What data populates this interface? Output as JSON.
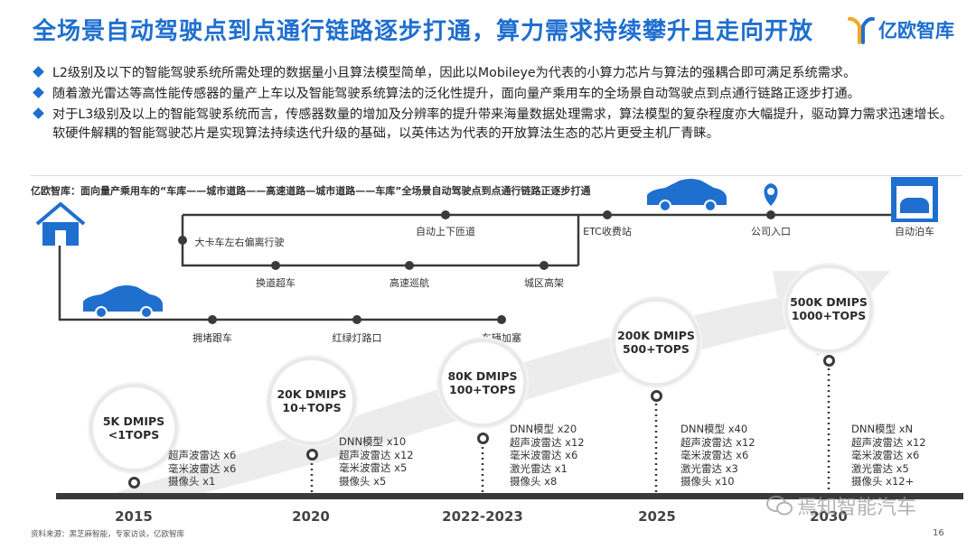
{
  "title": "全场景自动驾驶点到点通行链路逐步打通，算力需求持续攀升且走向开放",
  "logo": {
    "text": "亿欧智库"
  },
  "bullets": [
    "L2级别及以下的智能驾驶系统所需处理的数据量小且算法模型简单，因此以Mobileye为代表的小算力芯片与算法的强耦合即可满足系统需求。",
    "随着激光雷达等高性能传感器的量产上车以及智能驾驶系统算法的泛化性提升，面向量产乘用车的全场景自动驾驶点到点通行链路正逐步打通。",
    "对于L3级别及以上的智能驾驶系统而言，传感器数量的增加及分辨率的提升带来海量数据处理需求，算法模型的复杂程度亦大幅提升，驱动算力需求迅速增长。软硬件解耦的智能驾驶芯片是实现算法持续迭代升级的基础，以英伟达为代表的开放算法生态的芯片更受主机厂青睐。"
  ],
  "diagram_title": "亿欧智库：面向量产乘用车的“车库——城市道路——高速道路—城市道路——车库”全场景自动驾驶点到点通行链路正逐步打通",
  "route": {
    "top": [
      "自动上下匝道",
      "ETC收费站",
      "公司入口",
      "自动泊车"
    ],
    "mid_left": "大卡车左右偏离行驶",
    "mid": [
      "换道超车",
      "高速巡航",
      "城区高架"
    ],
    "bottom": [
      "拥堵跟车",
      "红绿灯路口",
      "车辆加塞"
    ]
  },
  "milestones": [
    {
      "year": "2015",
      "compute": "5K DMIPS",
      "tops": "<1TOPS",
      "sensors": [
        "超声波雷达 x6",
        "毫米波雷达 x6",
        "摄像头 x1"
      ]
    },
    {
      "year": "2020",
      "compute": "20K DMIPS",
      "tops": "10+TOPS",
      "sensors": [
        "DNN模型 x10",
        "超声波雷达 x12",
        "毫米波雷达 x5",
        "摄像头 x5"
      ]
    },
    {
      "year": "2022-2023",
      "compute": "80K DMIPS",
      "tops": "100+TOPS",
      "sensors": [
        "DNN模型 x20",
        "超声波雷达 x12",
        "毫米波雷达 x6",
        "激光雷达 x1",
        "摄像头 x8"
      ]
    },
    {
      "year": "2025",
      "compute": "200K DMIPS",
      "tops": "500+TOPS",
      "sensors": [
        "DNN模型 x40",
        "超声波雷达 x12",
        "毫米波雷达 x6",
        "激光雷达 x3",
        "摄像头 x10"
      ]
    },
    {
      "year": "2030",
      "compute": "500K DMIPS",
      "tops": "1000+TOPS",
      "sensors": [
        "DNN模型 xN",
        "超声波雷达 x12",
        "毫米波雷达 x6",
        "激光雷达 x5",
        "摄像头 x12+"
      ]
    }
  ],
  "footer": "资料来源：黑芝麻智能，专家访谈，亿欧智库",
  "page_number": "16",
  "watermark": "焉知智能汽车",
  "colors": {
    "title": "#1f6fcf",
    "accent": "#1f6fcf",
    "timeline": "#3a3a3a"
  }
}
